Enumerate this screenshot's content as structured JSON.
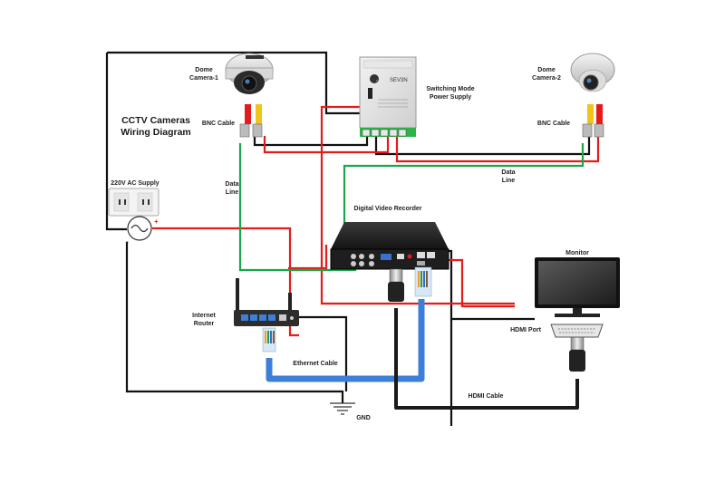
{
  "diagram": {
    "title": "CCTV Cameras\nWiring Diagram",
    "camera1": "Dome\nCamera-1",
    "camera2": "Dome\nCamera-2",
    "psu": "Switching Mode\nPower Supply",
    "psu_brand": "SEV3N",
    "bnc1": "BNC Cable",
    "bnc2": "BNC Cable",
    "data_line1": "Data\nLine",
    "data_line2": "Data\nLine",
    "ac_supply": "220V AC Supply",
    "plus": "+",
    "minus": "-",
    "dvr": "Digital Video Recorder",
    "router": "Internet\nRouter",
    "ethernet": "Ethernet Cable",
    "monitor": "Monitor",
    "hdmi_port": "HDMI Port",
    "hdmi_cable": "HDMI Cable",
    "gnd": "GND"
  },
  "colors": {
    "power_positive": "#e31b1b",
    "power_negative": "#111111",
    "data_line": "#1aa64a",
    "ethernet": "#3d7fd8",
    "hdmi": "#1a1a1a",
    "device_dark": "#2b2b2b"
  }
}
